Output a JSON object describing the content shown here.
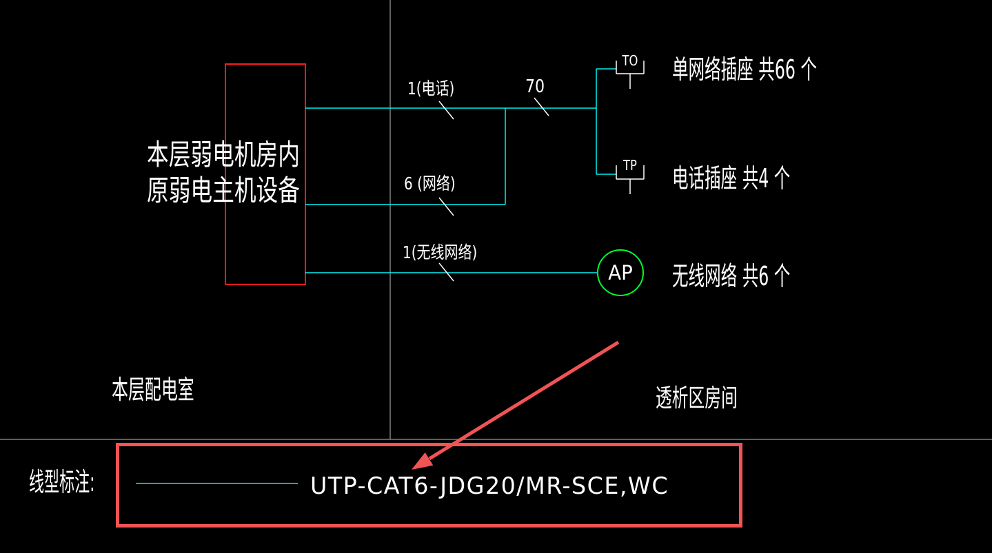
{
  "window": {
    "background": "#000000",
    "type": "cad-weak-current-system-diagram"
  },
  "colors": {
    "wire_cyan": "#00f2f2",
    "grid_gray": "#7f7f7f",
    "device_box_red": "#ff1a1a",
    "highlight_red": "#f15454",
    "symbol_green": "#00ff2a",
    "text_white": "#ffffff"
  },
  "diagram": {
    "source_device": {
      "line1": "本层弱电机房内",
      "line2": "原弱电主机设备"
    },
    "feeds": [
      {
        "label": "1(电话)"
      },
      {
        "label": "6 (网络)"
      },
      {
        "label": "1(无线网络)"
      }
    ],
    "trunk_count": "70",
    "outlets": [
      {
        "symbol": "TO",
        "label": "单网络插座 共66 个"
      },
      {
        "symbol": "TP",
        "label": "电话插座 共4 个"
      },
      {
        "symbol": "AP",
        "label": "无线网络 共6 个"
      }
    ],
    "rooms": {
      "left": "本层配电室",
      "right": "透析区房间"
    },
    "legend": {
      "label": "线型标注:",
      "cable_spec": "UTP-CAT6-JDG20/MR-SCE,WC"
    }
  }
}
